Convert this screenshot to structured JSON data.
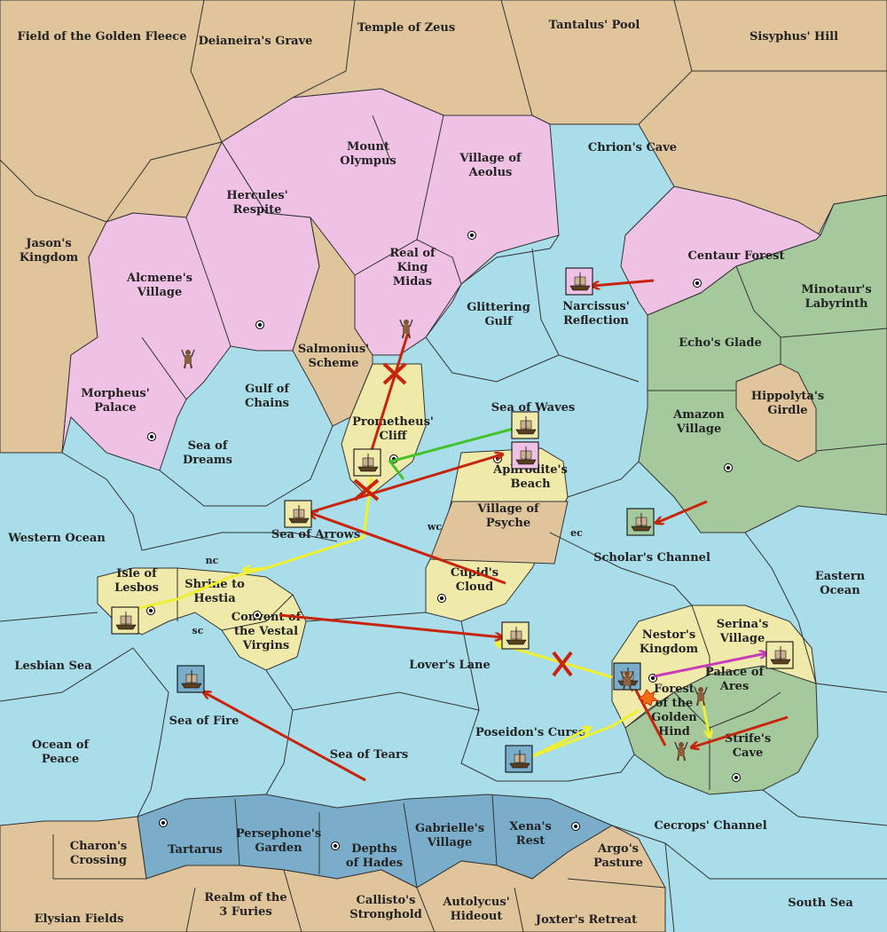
{
  "colors": {
    "sea": "#a8dde9",
    "neutral": "#e0c49b",
    "pink": "#efc2e5",
    "green": "#a5c99c",
    "cream": "#efe9aa",
    "blue": "#79adc9",
    "order_move": "#c8240c",
    "order_convoy": "#f0f030",
    "order_support": "#44c22b",
    "order_magenta": "#c83cb8"
  },
  "labels": {
    "field_of_the_golden_fleece": "Field of the Golden Fleece",
    "deianeiras_grave": "Deianeira's Grave",
    "temple_of_zeus": "Temple of Zeus",
    "tantalus_pool": "Tantalus' Pool",
    "sisyphus_hill": "Sisyphus' Hill",
    "mount_olympus": "Mount\nOlympus",
    "village_of_aeolus": "Village of\nAeolus",
    "chrion_cave": "Chrion's Cave",
    "hercules_respite": "Hercules'\nRespite",
    "jasons_kingdom": "Jason's\nKingdom",
    "alcmenes_village": "Alcmene's\nVillage",
    "real_of_king_midas": "Real of\nKing\nMidas",
    "glittering_gulf": "Glittering\nGulf",
    "narcissus_reflection": "Narcissus'\nReflection",
    "centaur_forest": "Centaur Forest",
    "minotaurs_labyrinth": "Minotaur's\nLabyrinth",
    "echos_glade": "Echo's Glade",
    "salmonius_scheme": "Salmonius'\nScheme",
    "gulf_of_chains": "Gulf of\nChains",
    "morpheus_palace": "Morpheus'\nPalace",
    "prometheus_cliff": "Prometheus'\nCliff",
    "sea_of_waves": "Sea of Waves",
    "hippolytas_girdle": "Hippolyta's\nGirdle",
    "amazon_village": "Amazon\nVillage",
    "sea_of_dreams": "Sea of\nDreams",
    "aphrodites_beach": "Aphrodite's\nBeach",
    "village_of_psyche": "Village of\nPsyche",
    "western_ocean": "Western Ocean",
    "sea_of_arrows": "Sea of Arrows",
    "scholars_channel": "Scholar's Channel",
    "eastern_ocean": "Eastern\nOcean",
    "isle_of_lesbos": "Isle of\nLesbos",
    "shrine_to_hestia": "Shrine to\nHestia",
    "cupids_cloud": "Cupid's\nCloud",
    "convent_vestal": "Convent of\nthe Vestal\nVirgins",
    "nestors_kingdom": "Nestor's\nKingdom",
    "serinas_village": "Serina's\nVillage",
    "lesbian_sea": "Lesbian Sea",
    "lovers_lane": "Lover's Lane",
    "palace_of_ares": "Palace of\nAres",
    "sea_of_fire": "Sea of Fire",
    "forest_golden_hind": "Forest\nof the\nGolden\nHind",
    "poseidons_curse": "Poseidon's Curse",
    "strifes_cave": "Strife's\nCave",
    "ocean_of_peace": "Ocean of\nPeace",
    "sea_of_tears": "Sea of Tears",
    "charons_crossing": "Charon's\nCrossing",
    "tartarus": "Tartarus",
    "persephones_garden": "Persephone's\nGarden",
    "depths_of_hades": "Depths\nof Hades",
    "gabrielles_village": "Gabrielle's\nVillage",
    "xenas_rest": "Xena's\nRest",
    "cecrops_channel": "Cecrops' Channel",
    "argos_pasture": "Argo's\nPasture",
    "elysian_fields": "Elysian Fields",
    "realm_3_furies": "Realm of the\n3 Furies",
    "callistos_stronghold": "Callisto's\nStronghold",
    "autolycus_hideout": "Autolycus'\nHideout",
    "joxters_retreat": "Joxter's Retreat",
    "south_sea": "South Sea"
  },
  "coast_labels": {
    "nc": "nc",
    "sc": "sc",
    "wc": "wc",
    "ec": "ec"
  }
}
